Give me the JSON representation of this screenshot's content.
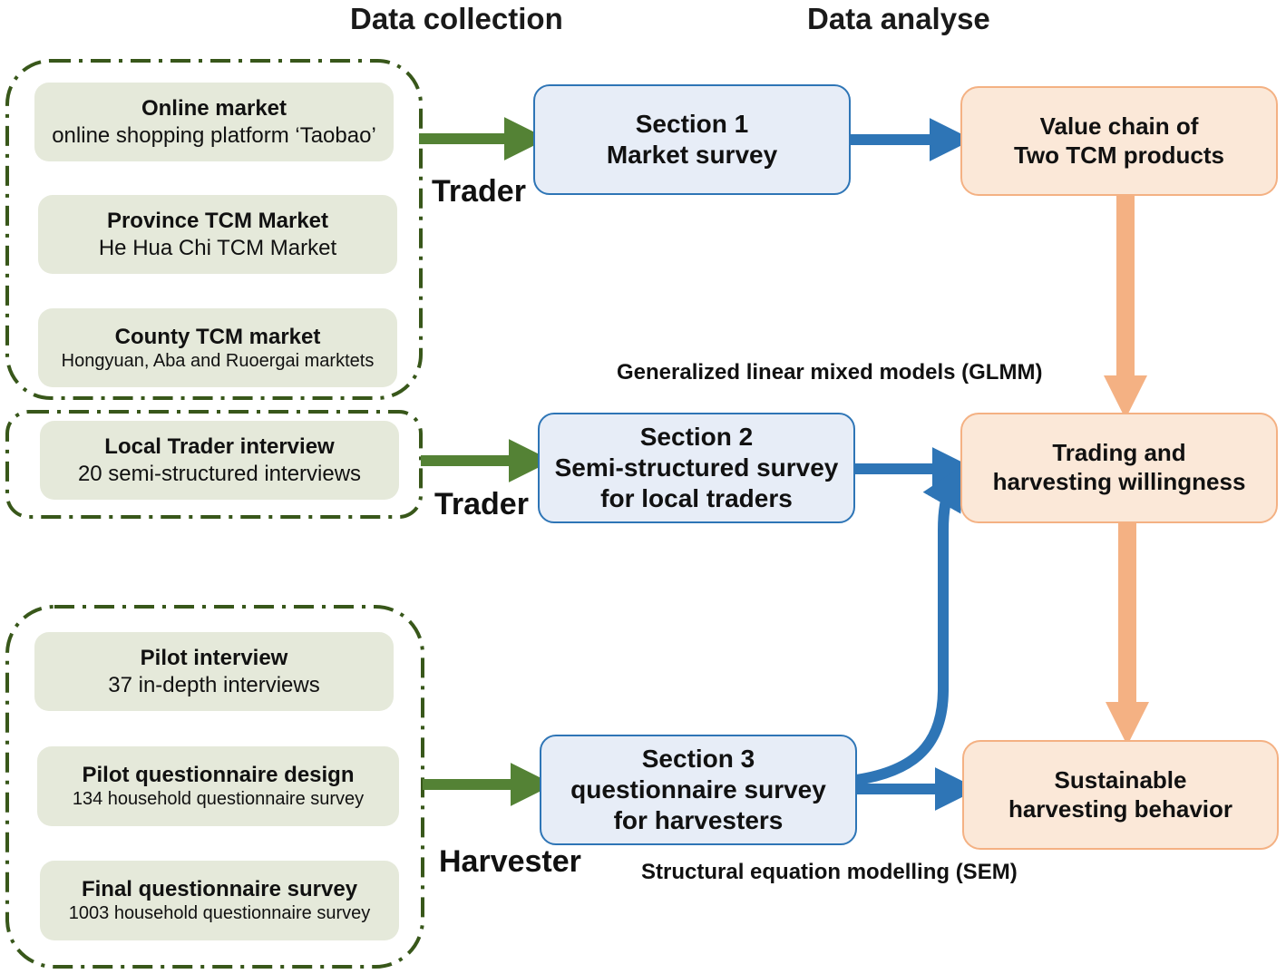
{
  "headers": {
    "collection": "Data collection",
    "analyse": "Data analyse"
  },
  "colors": {
    "group_border": "#38571a",
    "green_arrow": "#548235",
    "blue_arrow": "#2e75b6",
    "orange_arrow": "#f4b183"
  },
  "sources": [
    {
      "title": "Online market",
      "subtitle": "online shopping platform ‘Taobao’"
    },
    {
      "title": "Province TCM Market",
      "subtitle": "He Hua Chi TCM Market"
    },
    {
      "title": "County TCM market",
      "subtitle": "Hongyuan, Aba and Ruoergai marktets"
    },
    {
      "title": "Local Trader interview",
      "subtitle": "20 semi-structured interviews"
    },
    {
      "title": "Pilot interview",
      "subtitle": "37 in-depth interviews"
    },
    {
      "title": "Pilot questionnaire design",
      "subtitle": "134 household questionnaire survey"
    },
    {
      "title": "Final questionnaire survey",
      "subtitle": "1003 household questionnaire survey"
    }
  ],
  "roles": {
    "trader_1": "Trader",
    "trader_2": "Trader",
    "harvester": "Harvester"
  },
  "sections": [
    {
      "line1": "Section 1",
      "line2": "Market survey"
    },
    {
      "line1": "Section 2",
      "line2": "Semi-structured survey",
      "line3": "for local traders"
    },
    {
      "line1": "Section 3",
      "line2": "questionnaire survey",
      "line3": "for harvesters"
    }
  ],
  "outcomes": [
    {
      "line1": "Value chain of",
      "line2": "Two TCM products"
    },
    {
      "line1": "Trading and",
      "line2": "harvesting willingness"
    },
    {
      "line1": "Sustainable",
      "line2": "harvesting  behavior"
    }
  ],
  "methods": {
    "glmm": "Generalized linear mixed models (GLMM)",
    "sem": "Structural equation modelling (SEM)"
  }
}
